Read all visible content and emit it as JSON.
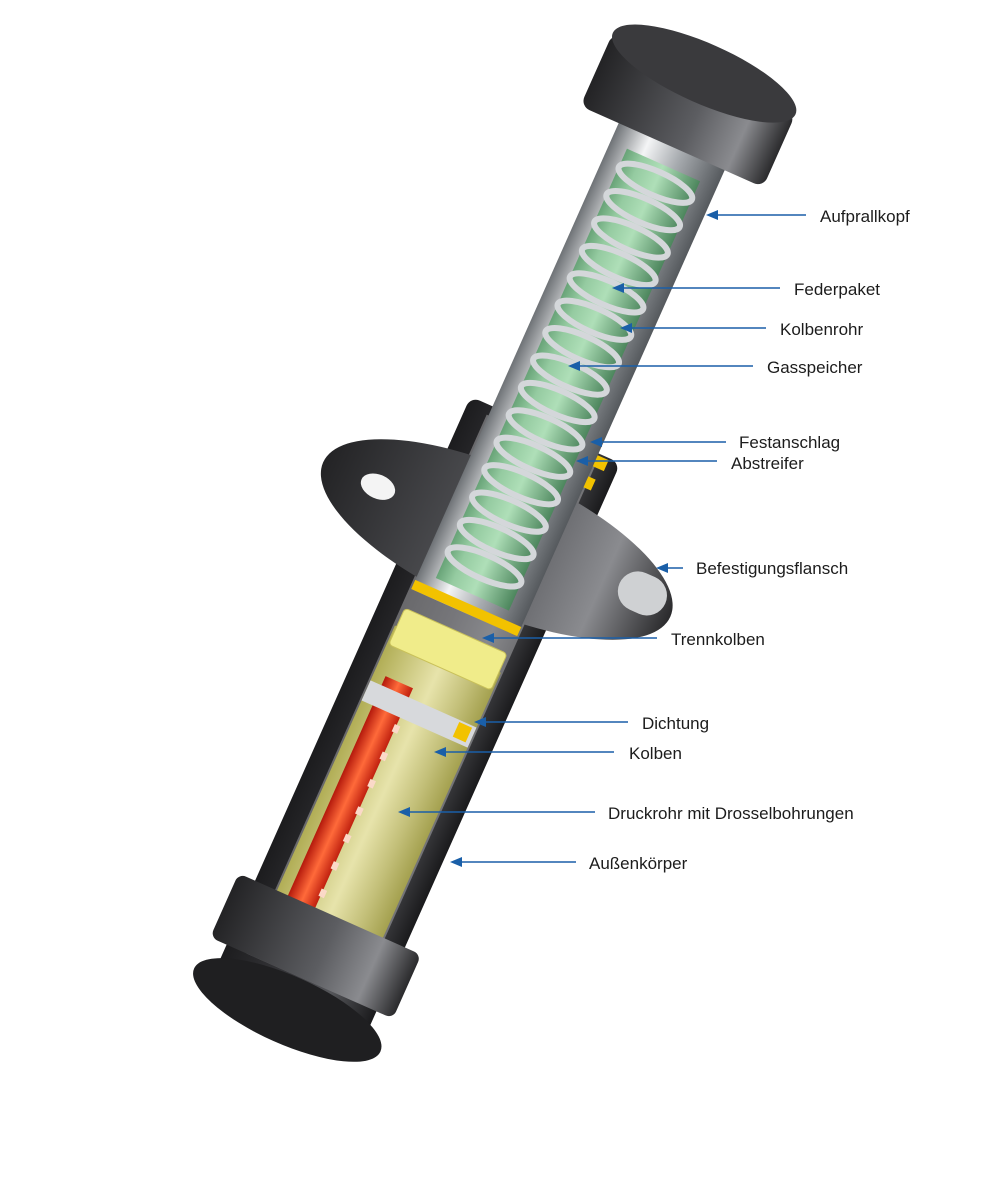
{
  "colors": {
    "leader": "#1a5fa8",
    "text": "#1c1c1c",
    "metal_dark": "#2b2b2e",
    "steel": "#b8bcc0",
    "gas": "#8fd79c",
    "oil": "#e8e39a",
    "pressure_tube": "#e0331f",
    "seal": "#f2c200"
  },
  "labels": [
    {
      "id": "aufprallkopf",
      "text": "Aufprallkopf"
    },
    {
      "id": "federpaket",
      "text": "Federpaket"
    },
    {
      "id": "kolbenrohr",
      "text": "Kolbenrohr"
    },
    {
      "id": "gasspeicher",
      "text": "Gasspeicher"
    },
    {
      "id": "festanschlag",
      "text": "Festanschlag"
    },
    {
      "id": "abstreifer",
      "text": "Abstreifer"
    },
    {
      "id": "befestigungsflansch",
      "text": "Befestigungsflansch"
    },
    {
      "id": "trennkolben",
      "text": "Trennkolben"
    },
    {
      "id": "dichtung",
      "text": "Dichtung"
    },
    {
      "id": "kolben",
      "text": "Kolben"
    },
    {
      "id": "druckrohr",
      "text": "Druckrohr mit Drosselbohrungen"
    },
    {
      "id": "aussenkoerper",
      "text": "Außenkörper"
    }
  ]
}
